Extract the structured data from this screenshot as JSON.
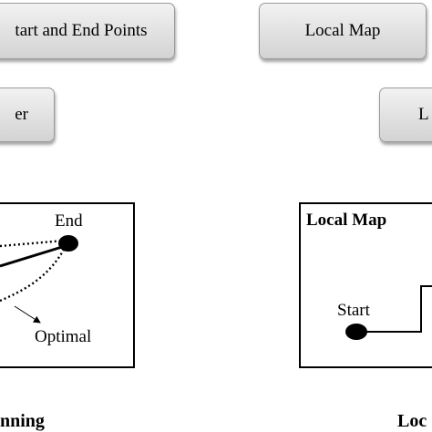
{
  "left_column": {
    "top_box_text": "tart and End Points",
    "second_box_text": "er",
    "diagram": {
      "end_label": "End",
      "optimal_label": "Optimal"
    },
    "caption": "nning"
  },
  "right_column": {
    "top_box_text": "Local Map",
    "second_box_text": "L",
    "diagram": {
      "title": "Local Map",
      "start_label": "Start"
    },
    "caption": "Loc"
  }
}
